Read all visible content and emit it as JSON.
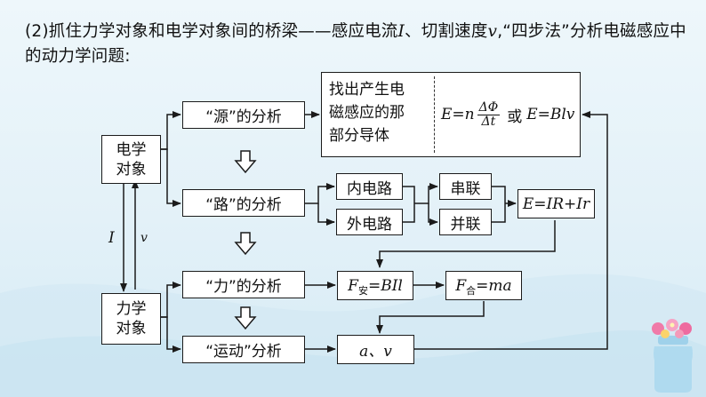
{
  "intro": {
    "lead": "(2)抓住力学对象和电学对象间的桥梁——感应电流",
    "current_symbol": "I",
    "mid": "、切割速度",
    "speed_symbol": "v",
    "tail": ",“四步法”分析电磁感应中的动力学问题:"
  },
  "diagram": {
    "electric_object": [
      "电学",
      "对象"
    ],
    "mech_object": [
      "力学",
      "对象"
    ],
    "link_I": "I",
    "link_v": "v",
    "steps": [
      "“源”的分析",
      "“路”的分析",
      "“力”的分析",
      "“运动”分析"
    ],
    "source_text": [
      "找出产生电",
      "磁感应的那",
      "部分导体"
    ],
    "emf_formula": {
      "lhs": "E=n",
      "num": "ΔΦ",
      "den": "Δt",
      "or": "或",
      "alt": "E=Blv"
    },
    "circuit": {
      "internal": "内电路",
      "external": "外电路",
      "series": "串联",
      "parallel": "并联",
      "ohm": "E=IR+Ir"
    },
    "force": {
      "ampere_F": "F",
      "ampere_sub": "安",
      "ampere_rhs": "=BIl",
      "net_F": "F",
      "net_sub": "合",
      "net_rhs": "=ma"
    },
    "motion": "a、v"
  },
  "colors": {
    "background": "#e3f1f8",
    "box_border": "#1b1b1b",
    "box_fill": "#ffffff"
  }
}
